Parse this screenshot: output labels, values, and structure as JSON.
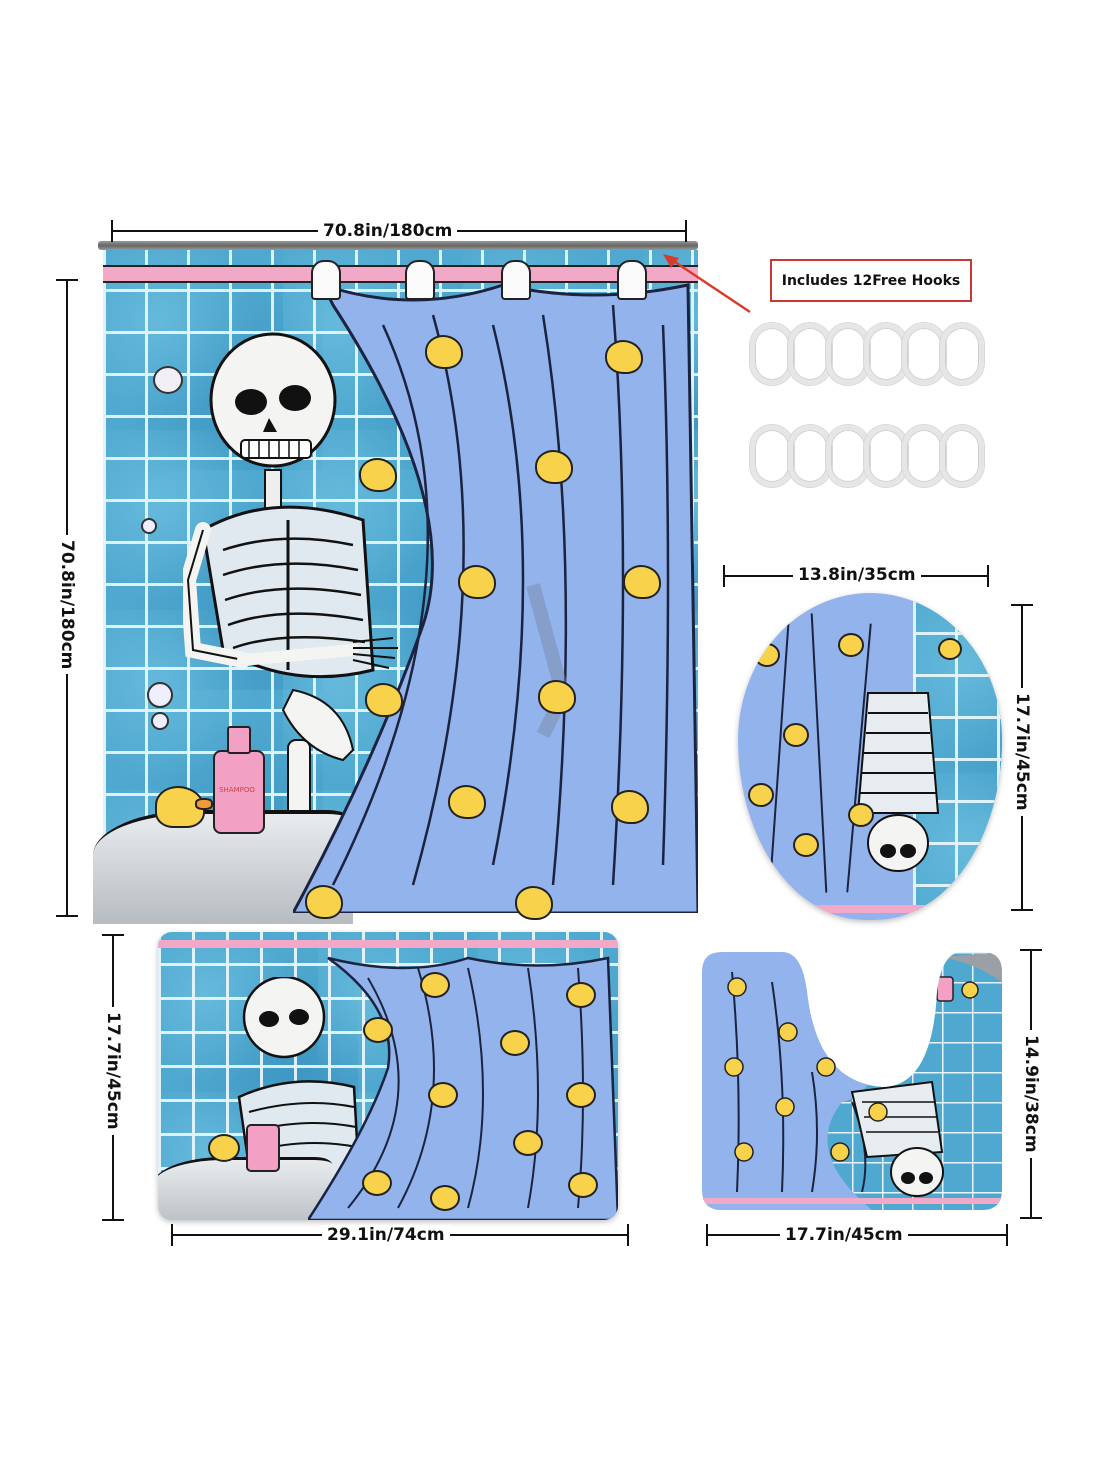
{
  "product": {
    "description": "Skeleton peeking from behind rubber duck shower curtain - 4 piece bathroom set",
    "colors": {
      "tile_blue": "#4fa8cf",
      "curtain_blue": "#93b3ec",
      "duck_yellow": "#f7d24a",
      "trim_pink": "#f2a9c8",
      "callout_red": "#d93a2b"
    }
  },
  "shower_curtain": {
    "width_label": "70.8in/180cm",
    "height_label": "70.8in/180cm",
    "shampoo_label": "SHAMPOO"
  },
  "hooks_callout": {
    "label": "Includes 12Free Hooks",
    "ring_count": 12,
    "rows": 2,
    "per_row": 6
  },
  "toilet_lid_cover": {
    "width_label": "13.8in/35cm",
    "height_label": "17.7in/45cm"
  },
  "bath_mat": {
    "width_label": "29.1in/74cm",
    "height_label": "17.7in/45cm"
  },
  "contour_mat": {
    "width_label": "17.7in/45cm",
    "height_label": "14.9in/38cm"
  }
}
